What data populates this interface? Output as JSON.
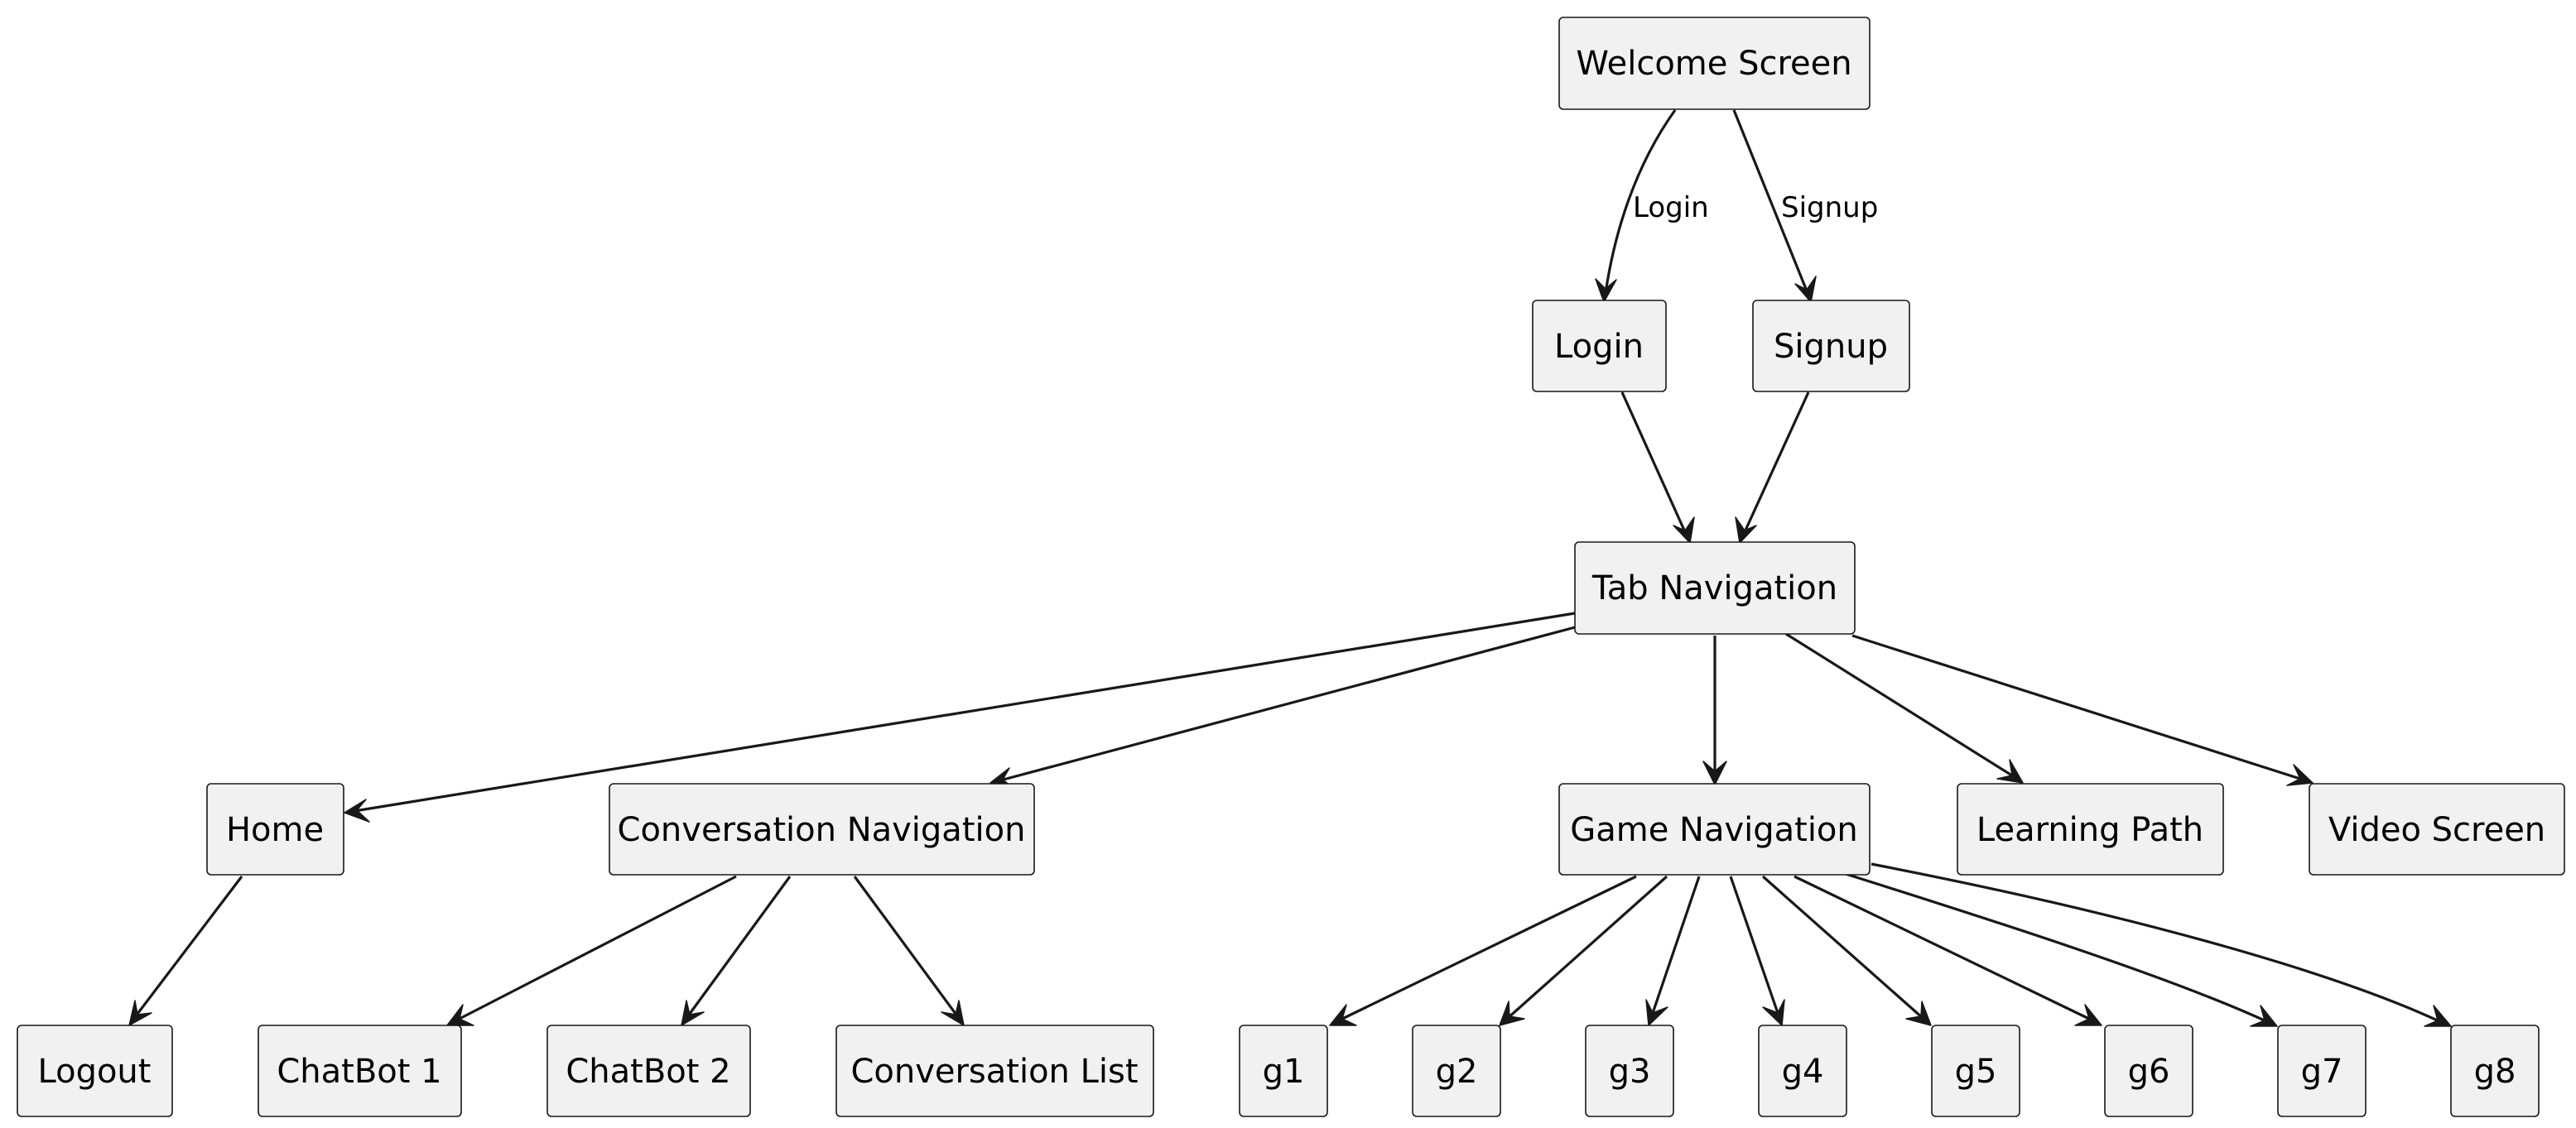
{
  "nodes": {
    "welcome": "Welcome Screen",
    "login": "Login",
    "signup": "Signup",
    "tabnav": "Tab Navigation",
    "home": "Home",
    "convnav": "Conversation Navigation",
    "gamenav": "Game Navigation",
    "learning": "Learning Path",
    "video": "Video Screen",
    "logout": "Logout",
    "chatbot1": "ChatBot 1",
    "chatbot2": "ChatBot 2",
    "convlist": "Conversation List",
    "g1": "g1",
    "g2": "g2",
    "g3": "g3",
    "g4": "g4",
    "g5": "g5",
    "g6": "g6",
    "g7": "g7",
    "g8": "g8"
  },
  "edges": [
    {
      "from": "welcome",
      "to": "login",
      "label": "Login"
    },
    {
      "from": "welcome",
      "to": "signup",
      "label": "Signup"
    },
    {
      "from": "login",
      "to": "tabnav",
      "label": ""
    },
    {
      "from": "signup",
      "to": "tabnav",
      "label": ""
    },
    {
      "from": "tabnav",
      "to": "home",
      "label": ""
    },
    {
      "from": "tabnav",
      "to": "convnav",
      "label": ""
    },
    {
      "from": "tabnav",
      "to": "gamenav",
      "label": ""
    },
    {
      "from": "tabnav",
      "to": "learning",
      "label": ""
    },
    {
      "from": "tabnav",
      "to": "video",
      "label": ""
    },
    {
      "from": "home",
      "to": "logout",
      "label": ""
    },
    {
      "from": "convnav",
      "to": "chatbot1",
      "label": ""
    },
    {
      "from": "convnav",
      "to": "chatbot2",
      "label": ""
    },
    {
      "from": "convnav",
      "to": "convlist",
      "label": ""
    },
    {
      "from": "gamenav",
      "to": "g1",
      "label": ""
    },
    {
      "from": "gamenav",
      "to": "g2",
      "label": ""
    },
    {
      "from": "gamenav",
      "to": "g3",
      "label": ""
    },
    {
      "from": "gamenav",
      "to": "g4",
      "label": ""
    },
    {
      "from": "gamenav",
      "to": "g5",
      "label": ""
    },
    {
      "from": "gamenav",
      "to": "g6",
      "label": ""
    },
    {
      "from": "gamenav",
      "to": "g7",
      "label": ""
    },
    {
      "from": "gamenav",
      "to": "g8",
      "label": ""
    }
  ]
}
